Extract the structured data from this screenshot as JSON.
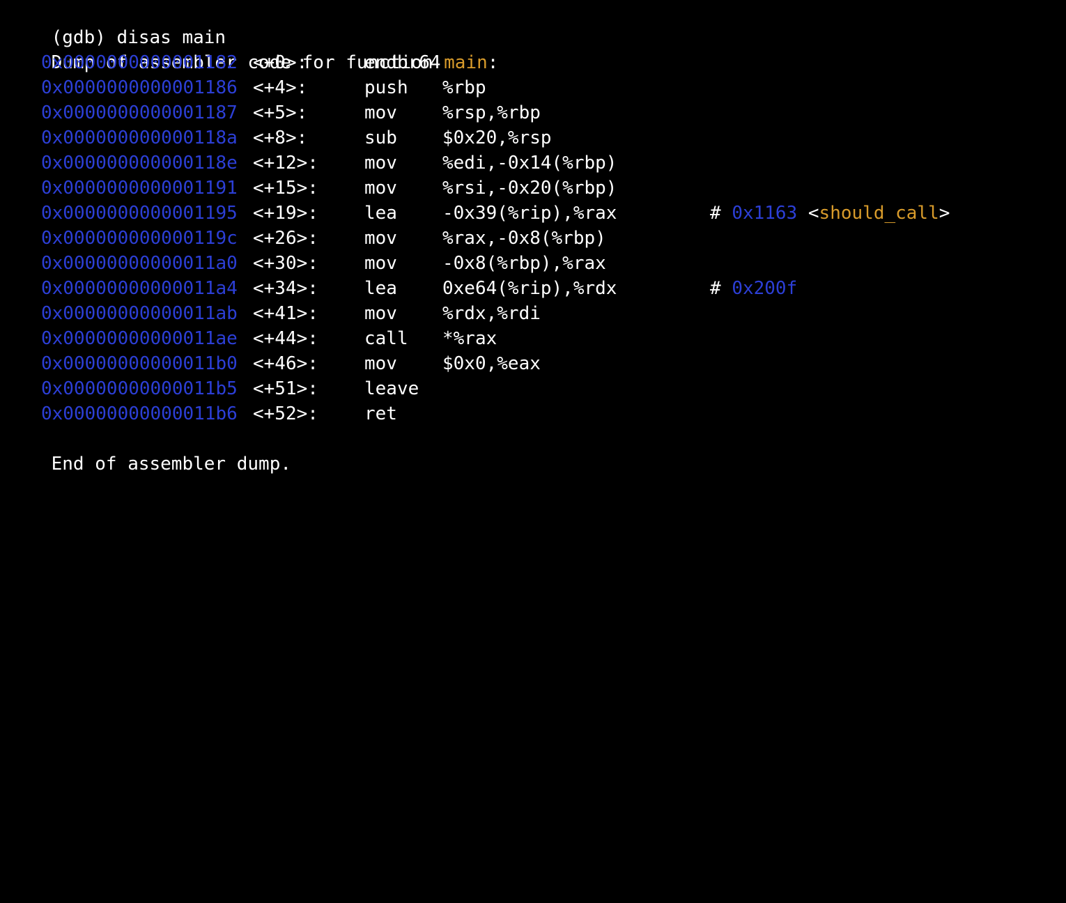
{
  "colors": {
    "background": "#000000",
    "text": "#ffffff",
    "address": "#2c3fd6",
    "symbol": "#d89b2b"
  },
  "prompt_line": "(gdb) disas main",
  "header": {
    "prefix": "Dump of assembler code for function ",
    "function": "main",
    "suffix": ":"
  },
  "instructions": [
    {
      "addr": "0x0000000000001182",
      "offset": "<+0>:",
      "op": "endbr64",
      "args": ""
    },
    {
      "addr": "0x0000000000001186",
      "offset": "<+4>:",
      "op": "push",
      "args": "%rbp"
    },
    {
      "addr": "0x0000000000001187",
      "offset": "<+5>:",
      "op": "mov",
      "args": "%rsp,%rbp"
    },
    {
      "addr": "0x000000000000118a",
      "offset": "<+8>:",
      "op": "sub",
      "args": "$0x20,%rsp"
    },
    {
      "addr": "0x000000000000118e",
      "offset": "<+12>:",
      "op": "mov",
      "args": "%edi,-0x14(%rbp)"
    },
    {
      "addr": "0x0000000000001191",
      "offset": "<+15>:",
      "op": "mov",
      "args": "%rsi,-0x20(%rbp)"
    },
    {
      "addr": "0x0000000000001195",
      "offset": "<+19>:",
      "op": "lea",
      "args": "-0x39(%rip),%rax",
      "comment_hash": "#",
      "comment_addr": "0x1163",
      "comment_sym_open": "<",
      "comment_sym": "should_call",
      "comment_sym_close": ">"
    },
    {
      "addr": "0x000000000000119c",
      "offset": "<+26>:",
      "op": "mov",
      "args": "%rax,-0x8(%rbp)"
    },
    {
      "addr": "0x00000000000011a0",
      "offset": "<+30>:",
      "op": "mov",
      "args": "-0x8(%rbp),%rax"
    },
    {
      "addr": "0x00000000000011a4",
      "offset": "<+34>:",
      "op": "lea",
      "args": "0xe64(%rip),%rdx",
      "comment_hash": "#",
      "comment_addr": "0x200f"
    },
    {
      "addr": "0x00000000000011ab",
      "offset": "<+41>:",
      "op": "mov",
      "args": "%rdx,%rdi"
    },
    {
      "addr": "0x00000000000011ae",
      "offset": "<+44>:",
      "op": "call",
      "args": "*%rax"
    },
    {
      "addr": "0x00000000000011b0",
      "offset": "<+46>:",
      "op": "mov",
      "args": "$0x0,%eax"
    },
    {
      "addr": "0x00000000000011b5",
      "offset": "<+51>:",
      "op": "leave",
      "args": ""
    },
    {
      "addr": "0x00000000000011b6",
      "offset": "<+52>:",
      "op": "ret",
      "args": ""
    }
  ],
  "footer": "End of assembler dump."
}
